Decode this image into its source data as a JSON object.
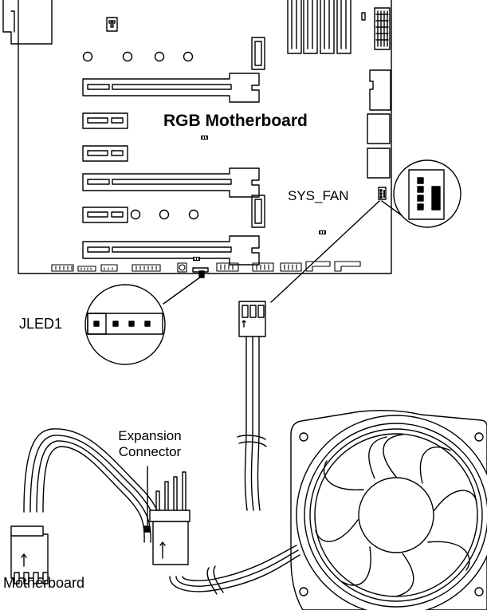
{
  "diagram": {
    "title": "RGB Motherboard",
    "labels": {
      "sys_fan": "SYS_FAN",
      "jled": "JLED1",
      "expansion_line1": "Expansion",
      "expansion_line2": "Connector",
      "motherboard": "Motherboard"
    },
    "colors": {
      "line": "#000000",
      "background": "#ffffff"
    }
  }
}
